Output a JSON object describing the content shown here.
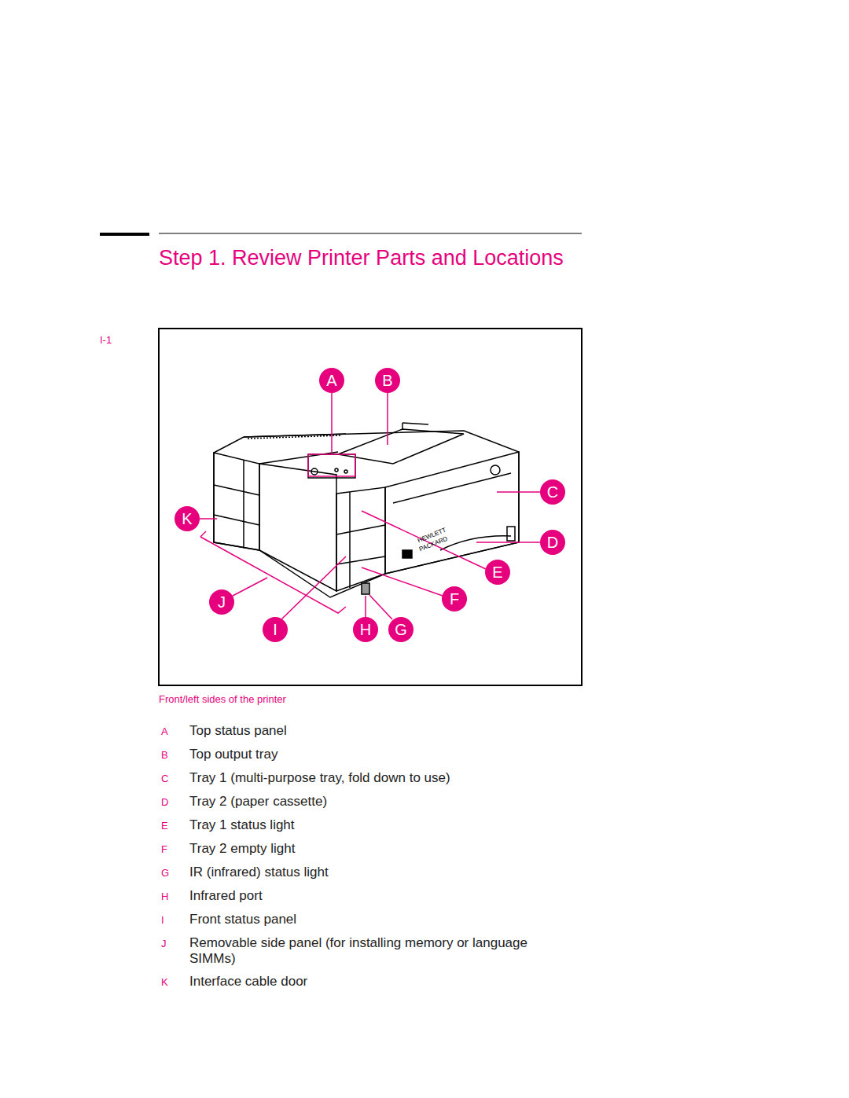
{
  "diagram": {
    "title": "Step 1. Review Printer Parts and Locations",
    "caption": "Front/left sides of the printer",
    "nodes": [
      {
        "text": [
          "A"
        ]
      },
      {
        "text": [
          "B"
        ]
      },
      {
        "text": [
          "C"
        ]
      },
      {
        "text": [
          "K"
        ]
      },
      {
        "text": [
          "D"
        ]
      },
      {
        "text": [
          "E"
        ]
      },
      {
        "text": [
          "F"
        ]
      },
      {
        "text": [
          "J"
        ]
      },
      {
        "text": [
          "I"
        ]
      },
      {
        "text": [
          "H"
        ]
      },
      {
        "text": [
          "G"
        ]
      }
    ],
    "labels": [
      "I-1",
      "HEWLETT",
      "PACKARD",
      "A",
      "Top status panel",
      "B",
      "Top output tray",
      "C",
      "Tray 1 (multi-purpose tray, fold down to use)",
      "D",
      "Tray 2 (paper cassette)",
      "E",
      "Tray 1 status light",
      "F",
      "Tray 2 empty light",
      "G",
      "IR (infrared) status light",
      "H",
      "Infrared port",
      "I",
      "Front status panel",
      "J",
      "Removable side panel (for installing memory or language SIMMs)",
      "K",
      "Interface cable door"
    ]
  }
}
